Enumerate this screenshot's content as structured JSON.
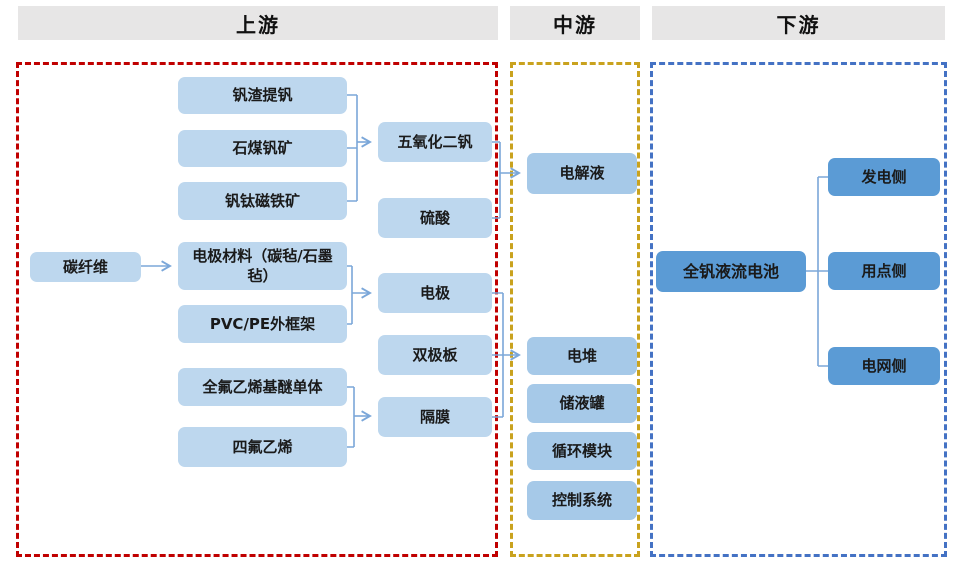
{
  "headers": {
    "upstream": "上游",
    "midstream": "中游",
    "downstream": "下游"
  },
  "nodes": {
    "carbon_fiber": "碳纤维",
    "vanadium_slag": "钒渣提钒",
    "stone_coal_ore": "石煤钒矿",
    "vtm_ore": "钒钛磁铁矿",
    "electrode_material": "电极材料（碳毡/石墨毡）",
    "pvc_pe_frame": "PVC/PE外框架",
    "pfve_monomer": "全氟乙烯基醚单体",
    "tfe": "四氟乙烯",
    "v2o5": "五氧化二钒",
    "sulfuric_acid": "硫酸",
    "electrode": "电极",
    "bipolar_plate": "双极板",
    "membrane": "隔膜",
    "electrolyte": "电解液",
    "stack": "电堆",
    "storage_tank": "储液罐",
    "circulation_module": "循环模块",
    "control_system": "控制系统",
    "vrfb": "全钒液流电池",
    "generation_side": "发电侧",
    "consumption_side": "用点侧",
    "grid_side": "电网侧"
  },
  "colors": {
    "upstream_border": "#C00000",
    "midstream_border": "#C9A21E",
    "downstream_border": "#4472C4",
    "node_light_blue": "#BDD7EE",
    "node_medium_blue": "#A6C9E8",
    "node_dark_blue": "#5B9BD5",
    "connector": "#7BA7D9",
    "header_bg": "#E7E6E6"
  }
}
